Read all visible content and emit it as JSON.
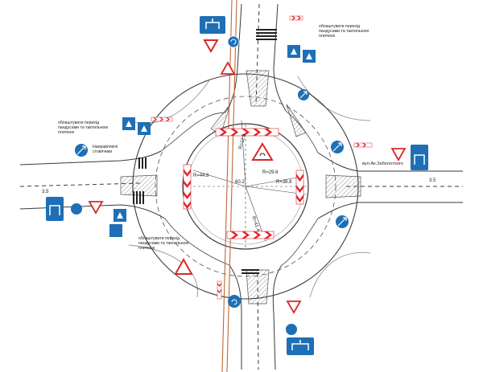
{
  "notes": {
    "north_crossing": [
      "облаштувати перехід",
      "пандусами та тактильною",
      "плиткою"
    ],
    "west_crossing": [
      "облаштувати перехід",
      "пандусами та тактильною",
      "плиткою"
    ],
    "south_crossing": [
      "облаштувати перехід",
      "пандусами та тактильною",
      "плиткою"
    ],
    "bus_stop": [
      "Направляючі",
      "стовпчики"
    ]
  },
  "street_label": "вул.Ак.Заболотного",
  "dimensions": {
    "r_north": "R=12.8",
    "r_center_a": "R=29.6",
    "r_center_b": "R=36.8",
    "r_west": "R=44.8",
    "r_south": "R=41.4",
    "center": "60.2",
    "w_east": "3.5",
    "w_west": "3.5"
  },
  "colors": {
    "sign_blue": "#1e6fb5",
    "sign_red": "#d62b2b",
    "chevron_red": "#e0242a",
    "road_line": "#3a3a3a",
    "curb": "#9e9e9e"
  }
}
